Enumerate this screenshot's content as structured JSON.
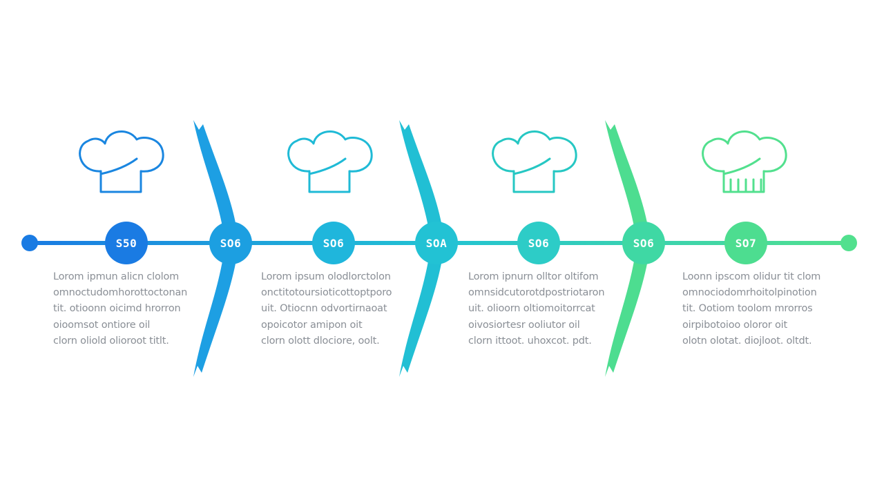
{
  "colors": {
    "start": "#1a7be3",
    "end": "#52e08e",
    "text": "#8a8f96"
  },
  "nodes": [
    {
      "label": "S50",
      "color": "#1a7be3"
    },
    {
      "label": "SO6",
      "color": "#1c9fe1"
    },
    {
      "label": "SO6",
      "color": "#1fb6dc"
    },
    {
      "label": "SOA",
      "color": "#22c2d4"
    },
    {
      "label": "SO6",
      "color": "#2dccc7"
    },
    {
      "label": "SO6",
      "color": "#3fd8a4"
    },
    {
      "label": "SO7",
      "color": "#4ddd90"
    }
  ],
  "hats": [
    {
      "icon": "chef-hat-icon",
      "color": "#1a86e0"
    },
    {
      "icon": "chef-hat-icon",
      "color": "#1fbad6"
    },
    {
      "icon": "chef-hat-icon",
      "color": "#26c7c3"
    },
    {
      "icon": "chef-hat-icon",
      "color": "#52e08e"
    }
  ],
  "chevrons": [
    {
      "color": "#1d9fe3"
    },
    {
      "color": "#21bfd4"
    },
    {
      "color": "#4ddd90"
    }
  ],
  "descriptions": [
    [
      "Lorom ipmun alicn clolom",
      "omnoctudomhorottoctonan",
      "tit. otioonn oicimd hrorron",
      "oioomsot ontiore oil",
      "clorn oliold olioroot titlt."
    ],
    [
      "Lorom ipsum olodlorctolon",
      "onctitotoursioticottoptporo",
      "uit. Otiocnn odvortirnaoat",
      "opoicotor amipon oit",
      "clorn olott dlociore, oolt."
    ],
    [
      "Lorom ipnurn olltor oltifom",
      "omnsidcutorotdpostriotaron",
      "uit. olioorn oltiomoitorrcat",
      "oivosiortesr ooliutor oil",
      "clorn ittoot. uhoxcot. pdt."
    ],
    [
      "Loonn ipscom olidur tit clom",
      "omnociodomrhoitolpinotion",
      "tit. Ootiom toolom mrorros",
      "oirpibotoioo oloror oit",
      "olotn olotat. diojloot. oltdt."
    ]
  ]
}
